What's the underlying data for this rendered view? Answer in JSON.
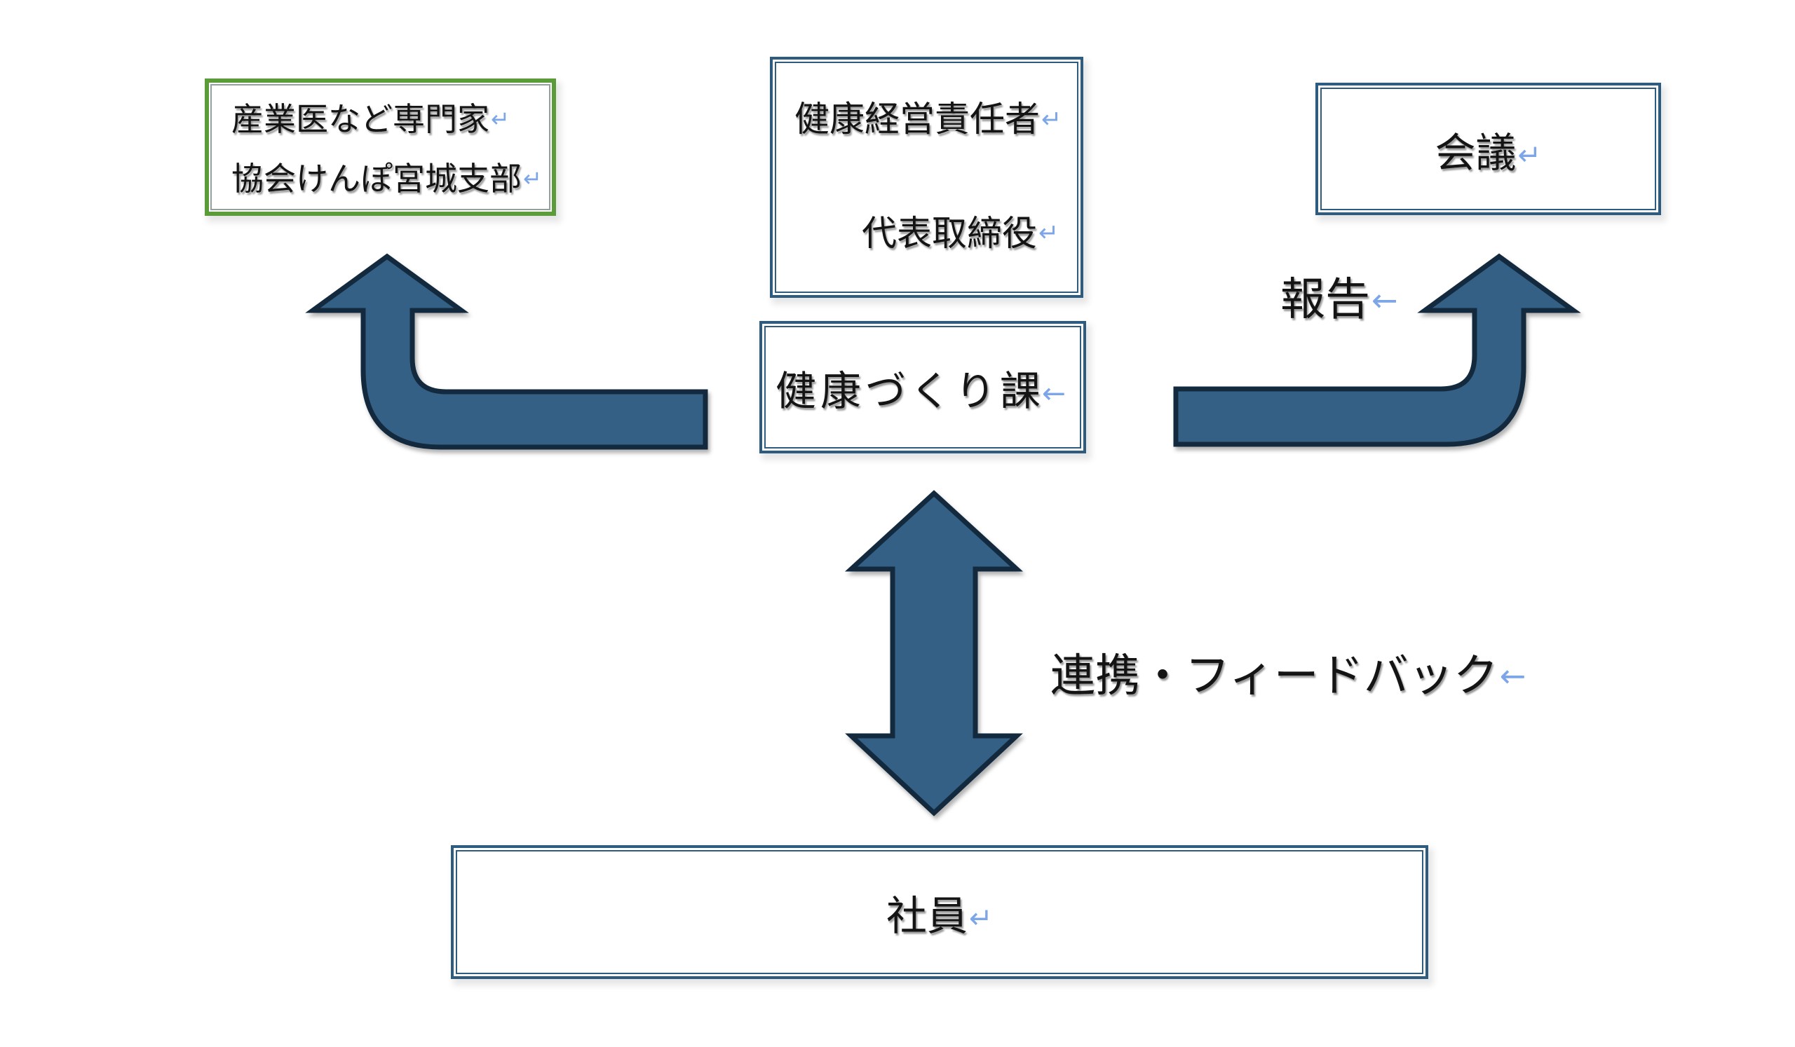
{
  "diagram": {
    "boxes": {
      "experts": {
        "line1": "産業医など専門家",
        "line2": "協会けんぽ宮城支部"
      },
      "executive": {
        "line1": "健康経営責任者",
        "line2": "代表取締役"
      },
      "meeting": {
        "label": "会議"
      },
      "health_section": {
        "label": "健康づくり課"
      },
      "employees": {
        "label": "社員"
      }
    },
    "labels": {
      "report": "報告",
      "feedback": "連携・フィードバック"
    },
    "marks": {
      "return_mark": "↵",
      "wrap_mark": "←"
    },
    "colors": {
      "arrow_fill": "#336084",
      "arrow_outline": "#132A3E",
      "blue_border": "#2E5B80",
      "green_border": "#5B9B3A",
      "mark_blue": "#7CA6E8"
    }
  }
}
